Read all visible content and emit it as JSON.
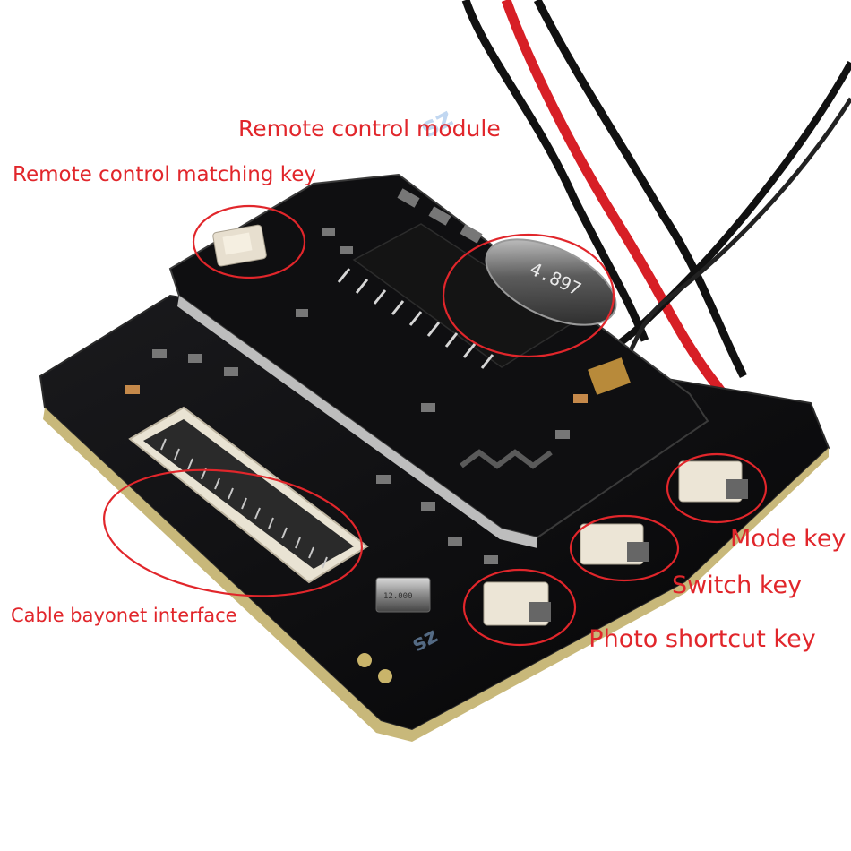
{
  "labels": {
    "remote_control_module": "Remote control module",
    "remote_control_matching_key": "Remote control matching key",
    "cable_bayonet_interface": "Cable bayonet interface",
    "mode_key": "Mode key",
    "switch_key": "Switch key",
    "photo_shortcut_key": "Photo shortcut key"
  },
  "component_text": {
    "crystal_marking": "4.897",
    "small_crystal_marking": "12.000"
  },
  "colors": {
    "annotation": "#e1262b",
    "pcb": "#0b0b0d",
    "wire_red": "#d71f26",
    "wire_black": "#111111"
  }
}
